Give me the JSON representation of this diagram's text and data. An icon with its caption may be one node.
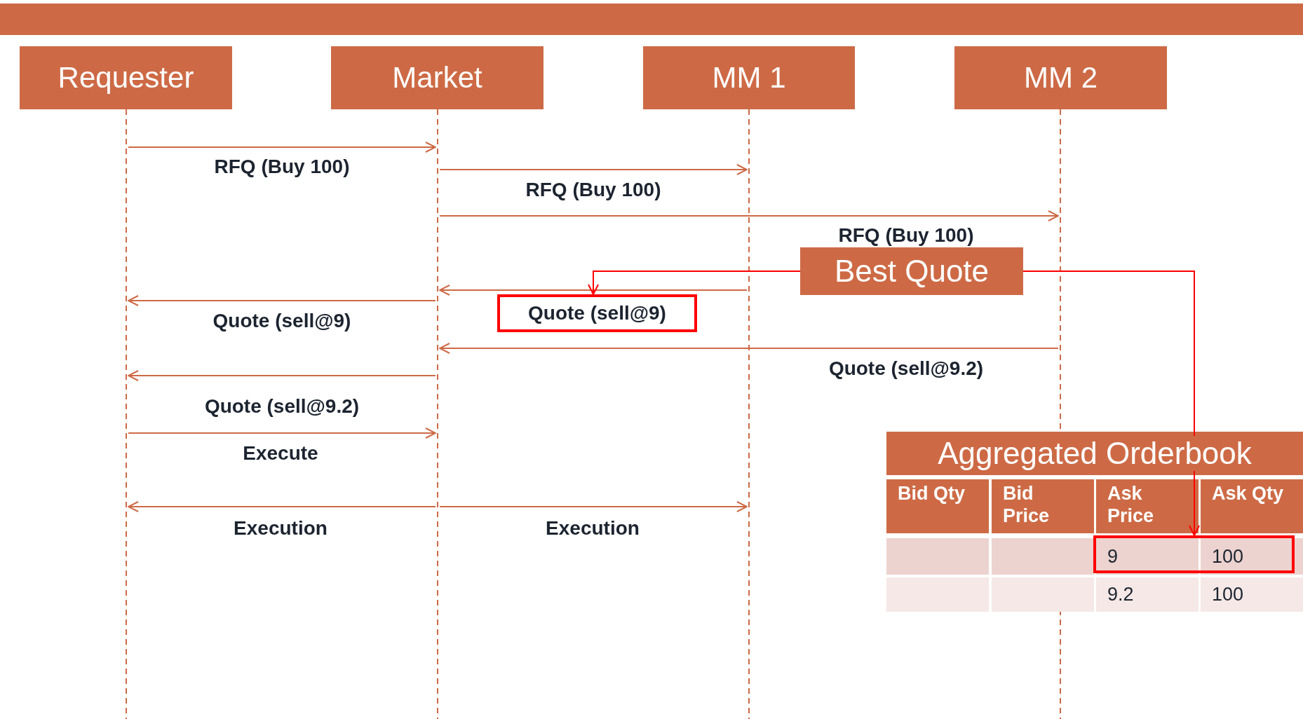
{
  "diagram": {
    "nodes": [
      {
        "text": [],
        "shape": "bar"
      },
      {
        "text": [
          "Requester"
        ]
      },
      {
        "text": [
          "Market"
        ]
      },
      {
        "text": [
          "MM 1"
        ]
      },
      {
        "text": [
          "MM 2"
        ]
      },
      {
        "text": [],
        "shape": "line"
      },
      {
        "text": [],
        "shape": "line"
      },
      {
        "text": [],
        "shape": "line"
      },
      {
        "text": [],
        "shape": "line"
      },
      {
        "text": [
          "Best Quote"
        ]
      },
      {
        "text": [
          "Quote (sell@9)"
        ]
      },
      {
        "text": [
          "Aggregated Orderbook"
        ]
      },
      {
        "text": [],
        "shape": "box",
        "in": 11
      }
    ],
    "edges": [
      {
        "from": 5,
        "to": 6,
        "arrow": "to",
        "label": "RFQ (Buy 100)"
      },
      {
        "from": 6,
        "to": 7,
        "arrow": "to",
        "label": "RFQ (Buy 100)"
      },
      {
        "from": 6,
        "to": 8,
        "arrow": "to",
        "label": "RFQ (Buy 100)"
      },
      {
        "from": 7,
        "to": 6,
        "arrow": "to"
      },
      {
        "from": 6,
        "to": 5,
        "arrow": "to",
        "label": "Quote (sell@9)"
      },
      {
        "from": 8,
        "to": 6,
        "arrow": "to",
        "label": "Quote (sell@9.2)"
      },
      {
        "from": 6,
        "to": 5,
        "arrow": "to",
        "label": "Quote (sell@9.2)"
      },
      {
        "from": 5,
        "to": 6,
        "arrow": "to",
        "label": "Execute"
      },
      {
        "from": 6,
        "to": 5,
        "arrow": "to",
        "label": "Execution"
      },
      {
        "from": 6,
        "to": 7,
        "arrow": "to",
        "label": "Execution"
      },
      {
        "from": 9,
        "to": 10,
        "arrow": "to",
        "color": "#ff0000"
      },
      {
        "from": 9,
        "to": 12,
        "arrow": "to",
        "color": "#ff0000"
      }
    ],
    "labels": [
      "Bid Qty",
      "Bid Price",
      "Ask Price",
      "Ask Qty",
      "9",
      "100",
      "9.2",
      "100"
    ]
  }
}
